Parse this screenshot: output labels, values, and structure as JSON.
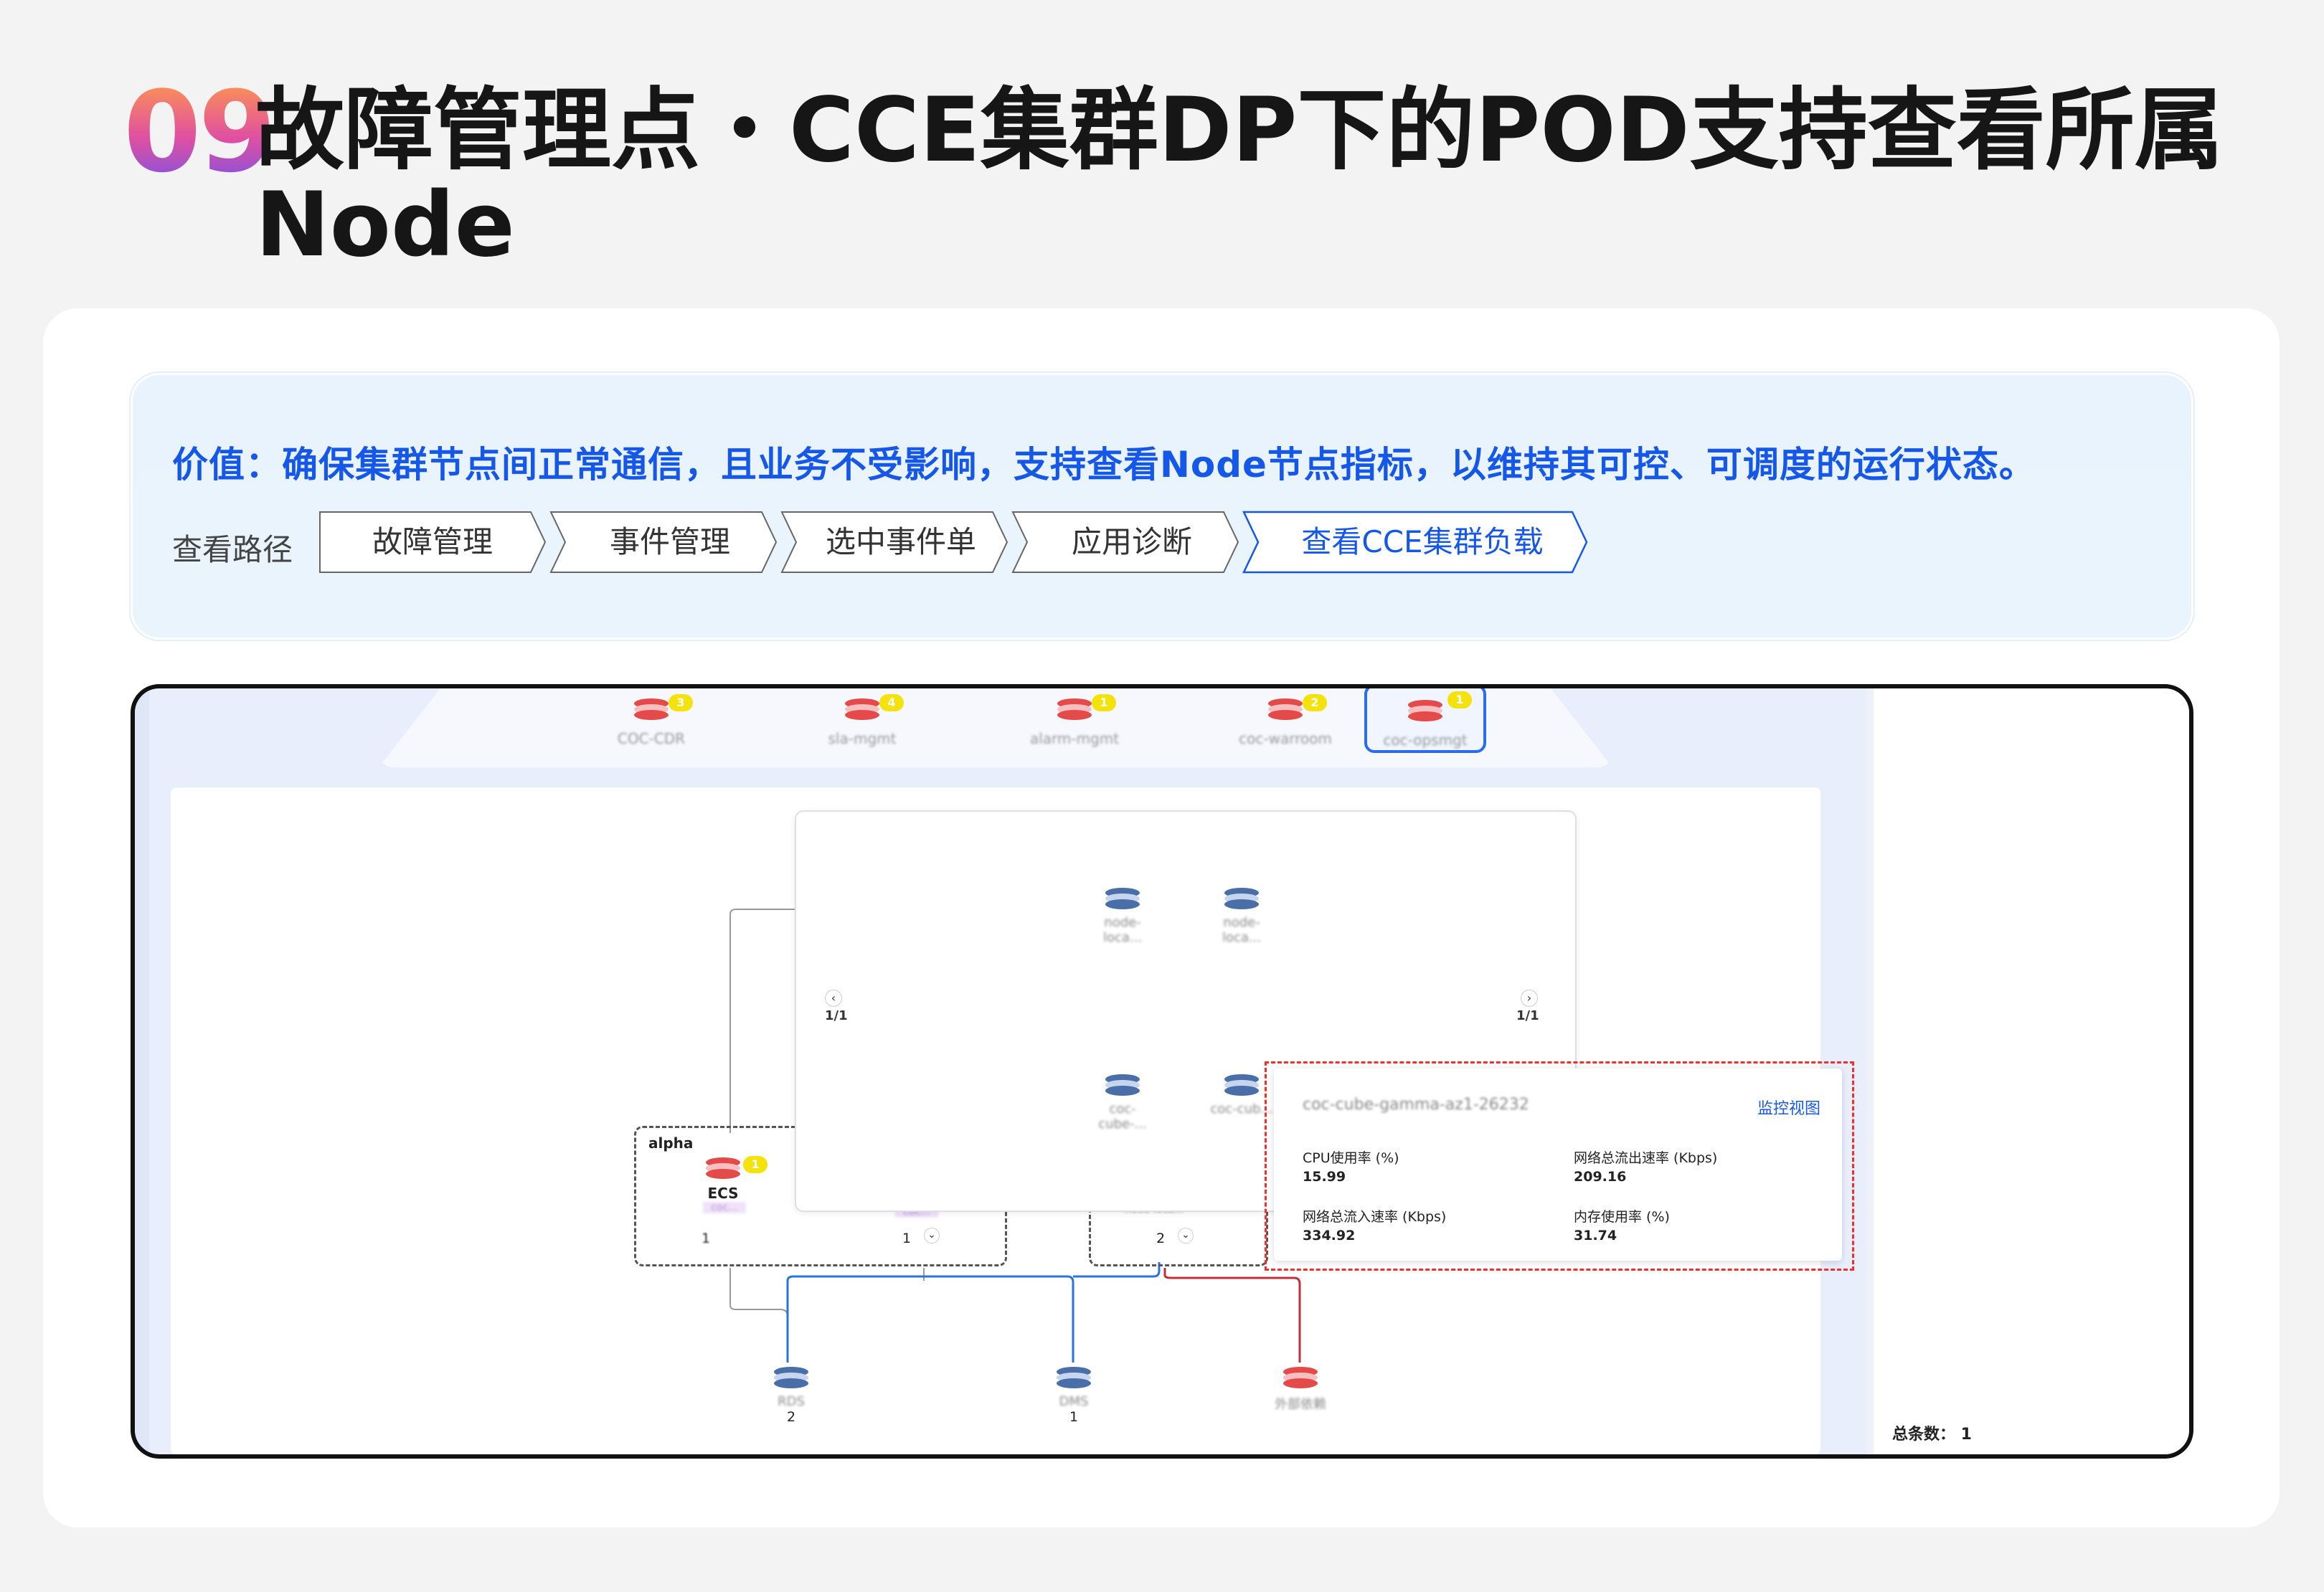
{
  "header": {
    "number": "09",
    "title_line1": "故障管理点・CCE集群DP下的POD支持查看所属",
    "title_line2": "Node"
  },
  "value_panel": {
    "value_text": "价值：确保集群节点间正常通信，且业务不受影响，支持查看Node节点指标，以维持其可控、可调度的运行状态。",
    "path_label": "查看路径",
    "breadcrumbs": [
      {
        "label": "故障管理",
        "active": false
      },
      {
        "label": "事件管理",
        "active": false
      },
      {
        "label": "选中事件单",
        "active": false
      },
      {
        "label": "应用诊断",
        "active": false
      },
      {
        "label": "查看CCE集群负载",
        "active": true
      }
    ]
  },
  "screenshot": {
    "top_services": [
      {
        "label": "COC-CDR",
        "badge": "3"
      },
      {
        "label": "sla-mgmt",
        "badge": "4"
      },
      {
        "label": "alarm-mgmt",
        "badge": "1"
      },
      {
        "label": "coc-warroom",
        "badge": "2"
      },
      {
        "label": "coc-opsmgt",
        "badge": "1"
      }
    ],
    "pager_left": "1/1",
    "pager_right": "1/1",
    "nodes_top": [
      "node-loca...",
      "node-loca..."
    ],
    "nodes_bottom": [
      "coc-cube-...",
      "coc-cub..."
    ],
    "group_label": "alpha",
    "ecs_label": "ECS",
    "ecs_badge": "1",
    "ecs_sub": "coc...",
    "mid_sub": "coc...",
    "right_group_label": "node-loca...",
    "counts": [
      "1",
      "1",
      "2"
    ],
    "bottom_services": [
      {
        "label": "RDS",
        "count": "2"
      },
      {
        "label": "DMS",
        "count": "1"
      },
      {
        "label": "外部依赖",
        "count": ""
      }
    ],
    "tooltip": {
      "title": "coc-cube-gamma-az1-26232",
      "link": "监控视图",
      "metrics": [
        {
          "label": "CPU使用率 (%)",
          "value": "15.99"
        },
        {
          "label": "网络总流出速率 (Kbps)",
          "value": "209.16"
        },
        {
          "label": "网络总流入速率 (Kbps)",
          "value": "334.92"
        },
        {
          "label": "内存使用率 (%)",
          "value": "31.74"
        }
      ]
    },
    "total": "总条数： 1"
  },
  "colors": {
    "accent_blue": "#1557e8",
    "warn_red": "#f03030",
    "badge_yellow": "#f3e20c",
    "link_blue": "#1a5ae6"
  }
}
